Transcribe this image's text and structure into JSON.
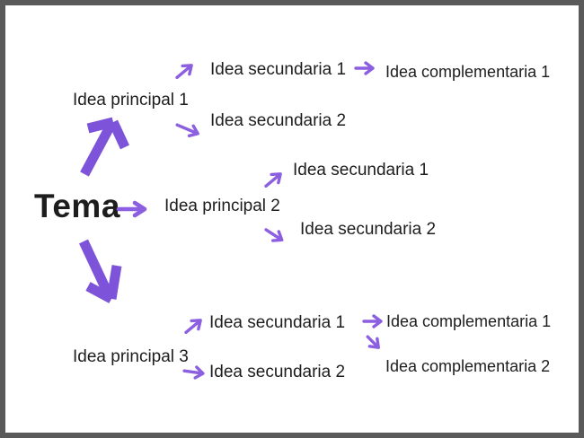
{
  "palette": {
    "border": "#5a5a5a",
    "background": "#ffffff",
    "text": "#1d1d1d",
    "big_arrow": "#7d54d9",
    "small_arrow": "#8c5fe1"
  },
  "icons": {
    "arrow-right-icon": "→",
    "arrow-up-right-icon": "↗",
    "arrow-down-right-icon": "↘",
    "thick-arrow-up-right-icon": "⬈",
    "thick-arrow-down-right-icon": "⬊"
  },
  "diagram": {
    "tema": "Tema",
    "branch1": {
      "principal": "Idea principal 1",
      "secundaria1": "Idea secundaria 1",
      "secundaria2": "Idea secundaria 2",
      "complementaria1": "Idea complementaria 1"
    },
    "branch2": {
      "principal": "Idea principal 2",
      "secundaria1": "Idea secundaria 1",
      "secundaria2": "Idea secundaria 2"
    },
    "branch3": {
      "principal": "Idea principal 3",
      "secundaria1": "Idea secundaria 1",
      "secundaria2": "Idea secundaria 2",
      "complementaria1": "Idea complementaria 1",
      "complementaria2": "Idea complementaria 2"
    }
  }
}
